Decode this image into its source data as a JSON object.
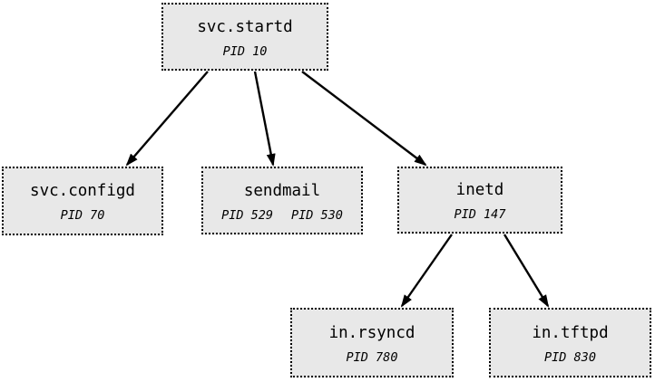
{
  "diagram": {
    "type": "process-tree",
    "colors": {
      "node_fill": "#e8e8e8",
      "node_border": "#000000",
      "arrow": "#000000",
      "background": "#ffffff",
      "text": "#000000"
    }
  },
  "nodes": [
    {
      "id": "svc-startd",
      "label": "svc.startd",
      "pids": [
        "PID 10"
      ]
    },
    {
      "id": "svc-configd",
      "label": "svc.configd",
      "pids": [
        "PID 70"
      ]
    },
    {
      "id": "sendmail",
      "label": "sendmail",
      "pids": [
        "PID 529",
        "PID 530"
      ]
    },
    {
      "id": "inetd",
      "label": "inetd",
      "pids": [
        "PID 147"
      ]
    },
    {
      "id": "in-rsyncd",
      "label": "in.rsyncd",
      "pids": [
        "PID 780"
      ]
    },
    {
      "id": "in-tftpd",
      "label": "in.tftpd",
      "pids": [
        "PID 830"
      ]
    }
  ],
  "edges": [
    {
      "from": "svc.startd",
      "to": "svc.configd"
    },
    {
      "from": "svc.startd",
      "to": "sendmail"
    },
    {
      "from": "svc.startd",
      "to": "inetd"
    },
    {
      "from": "inetd",
      "to": "in.rsyncd"
    },
    {
      "from": "inetd",
      "to": "in.tftpd"
    }
  ]
}
